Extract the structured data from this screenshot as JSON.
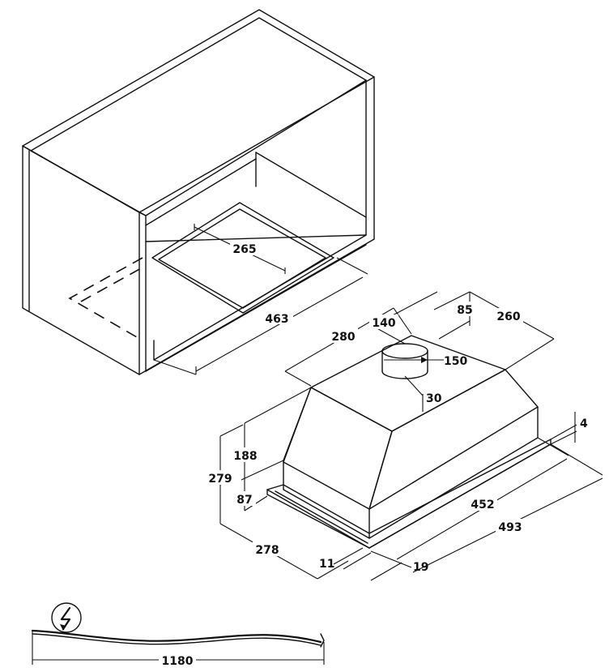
{
  "cabinet": {
    "dims": {
      "depth": "265",
      "width": "463"
    }
  },
  "hood": {
    "dims": {
      "top_depth": "280",
      "top_offset": "140",
      "duct_offset": "85",
      "top_right": "260",
      "duct_diameter": "150",
      "duct_height": "30",
      "upper_height": "188",
      "total_height": "279",
      "lower_height": "87",
      "flange": "4",
      "body_width": "452",
      "total_width": "493",
      "depth": "278",
      "edge_left": "11",
      "edge_right": "19"
    }
  },
  "cable": {
    "length": "1180",
    "icon": "lightning-bolt-icon"
  }
}
